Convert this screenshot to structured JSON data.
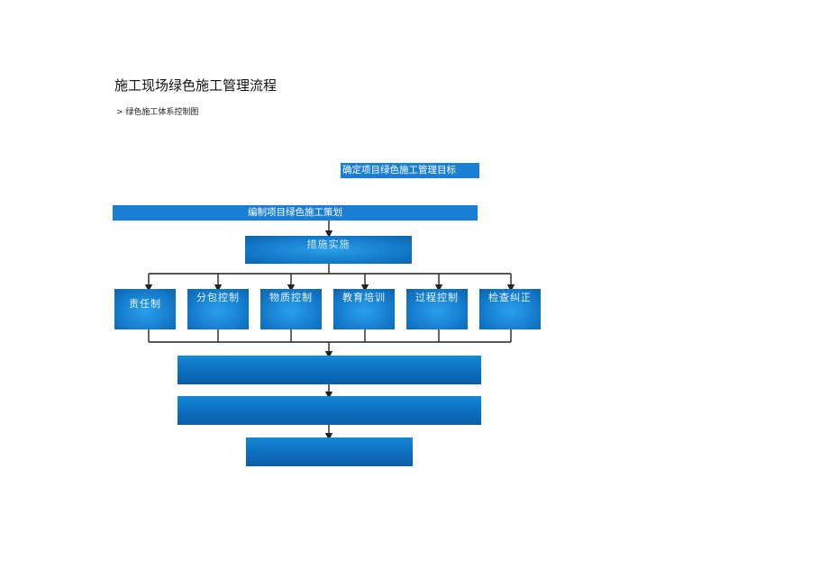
{
  "title": "施工现场绿色施工管理流程",
  "subtitle": "> 绿色施工体系控制图",
  "flow": {
    "goal": "确定项目绿色施工管理目标",
    "plan": "编制项目绿色施工策划",
    "implement": "措施实施",
    "measures": [
      {
        "label": "责任制"
      },
      {
        "label": "分包控制"
      },
      {
        "label": "物质控制"
      },
      {
        "label": "教育培训"
      },
      {
        "label": "过程控制"
      },
      {
        "label": "检查纠正"
      }
    ]
  },
  "colors": {
    "box": "#1a7ed4",
    "line": "#222222"
  }
}
